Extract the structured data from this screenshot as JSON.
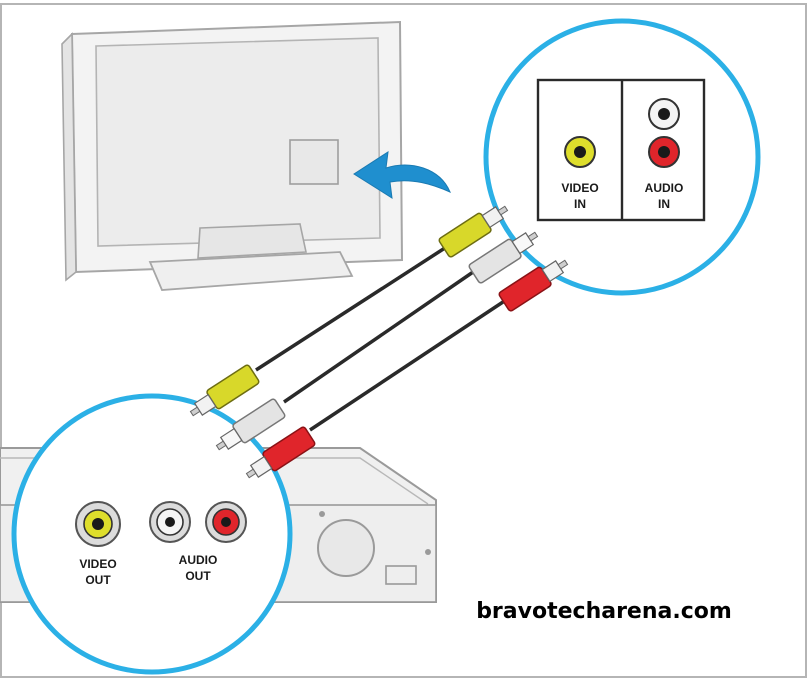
{
  "tv_panel": {
    "video_label": [
      "VIDEO",
      "IN"
    ],
    "audio_label": [
      "AUDIO",
      "IN"
    ]
  },
  "player_panel": {
    "video_label": [
      "VIDEO",
      "OUT"
    ],
    "audio_label": [
      "AUDIO",
      "OUT"
    ]
  },
  "watermark": "bravotecharena.com",
  "colors": {
    "video_plug": "#d8d82a",
    "audio_left_plug": "#e4e4e4",
    "audio_right_plug": "#e0252b",
    "callout_circle": "#2bb0e6",
    "arrow": "#1f8fcf",
    "device_outline": "#9a9a9a"
  },
  "icons": [
    "tv-icon",
    "dvd-player-icon",
    "rca-cable-icon",
    "arrow-icon"
  ]
}
